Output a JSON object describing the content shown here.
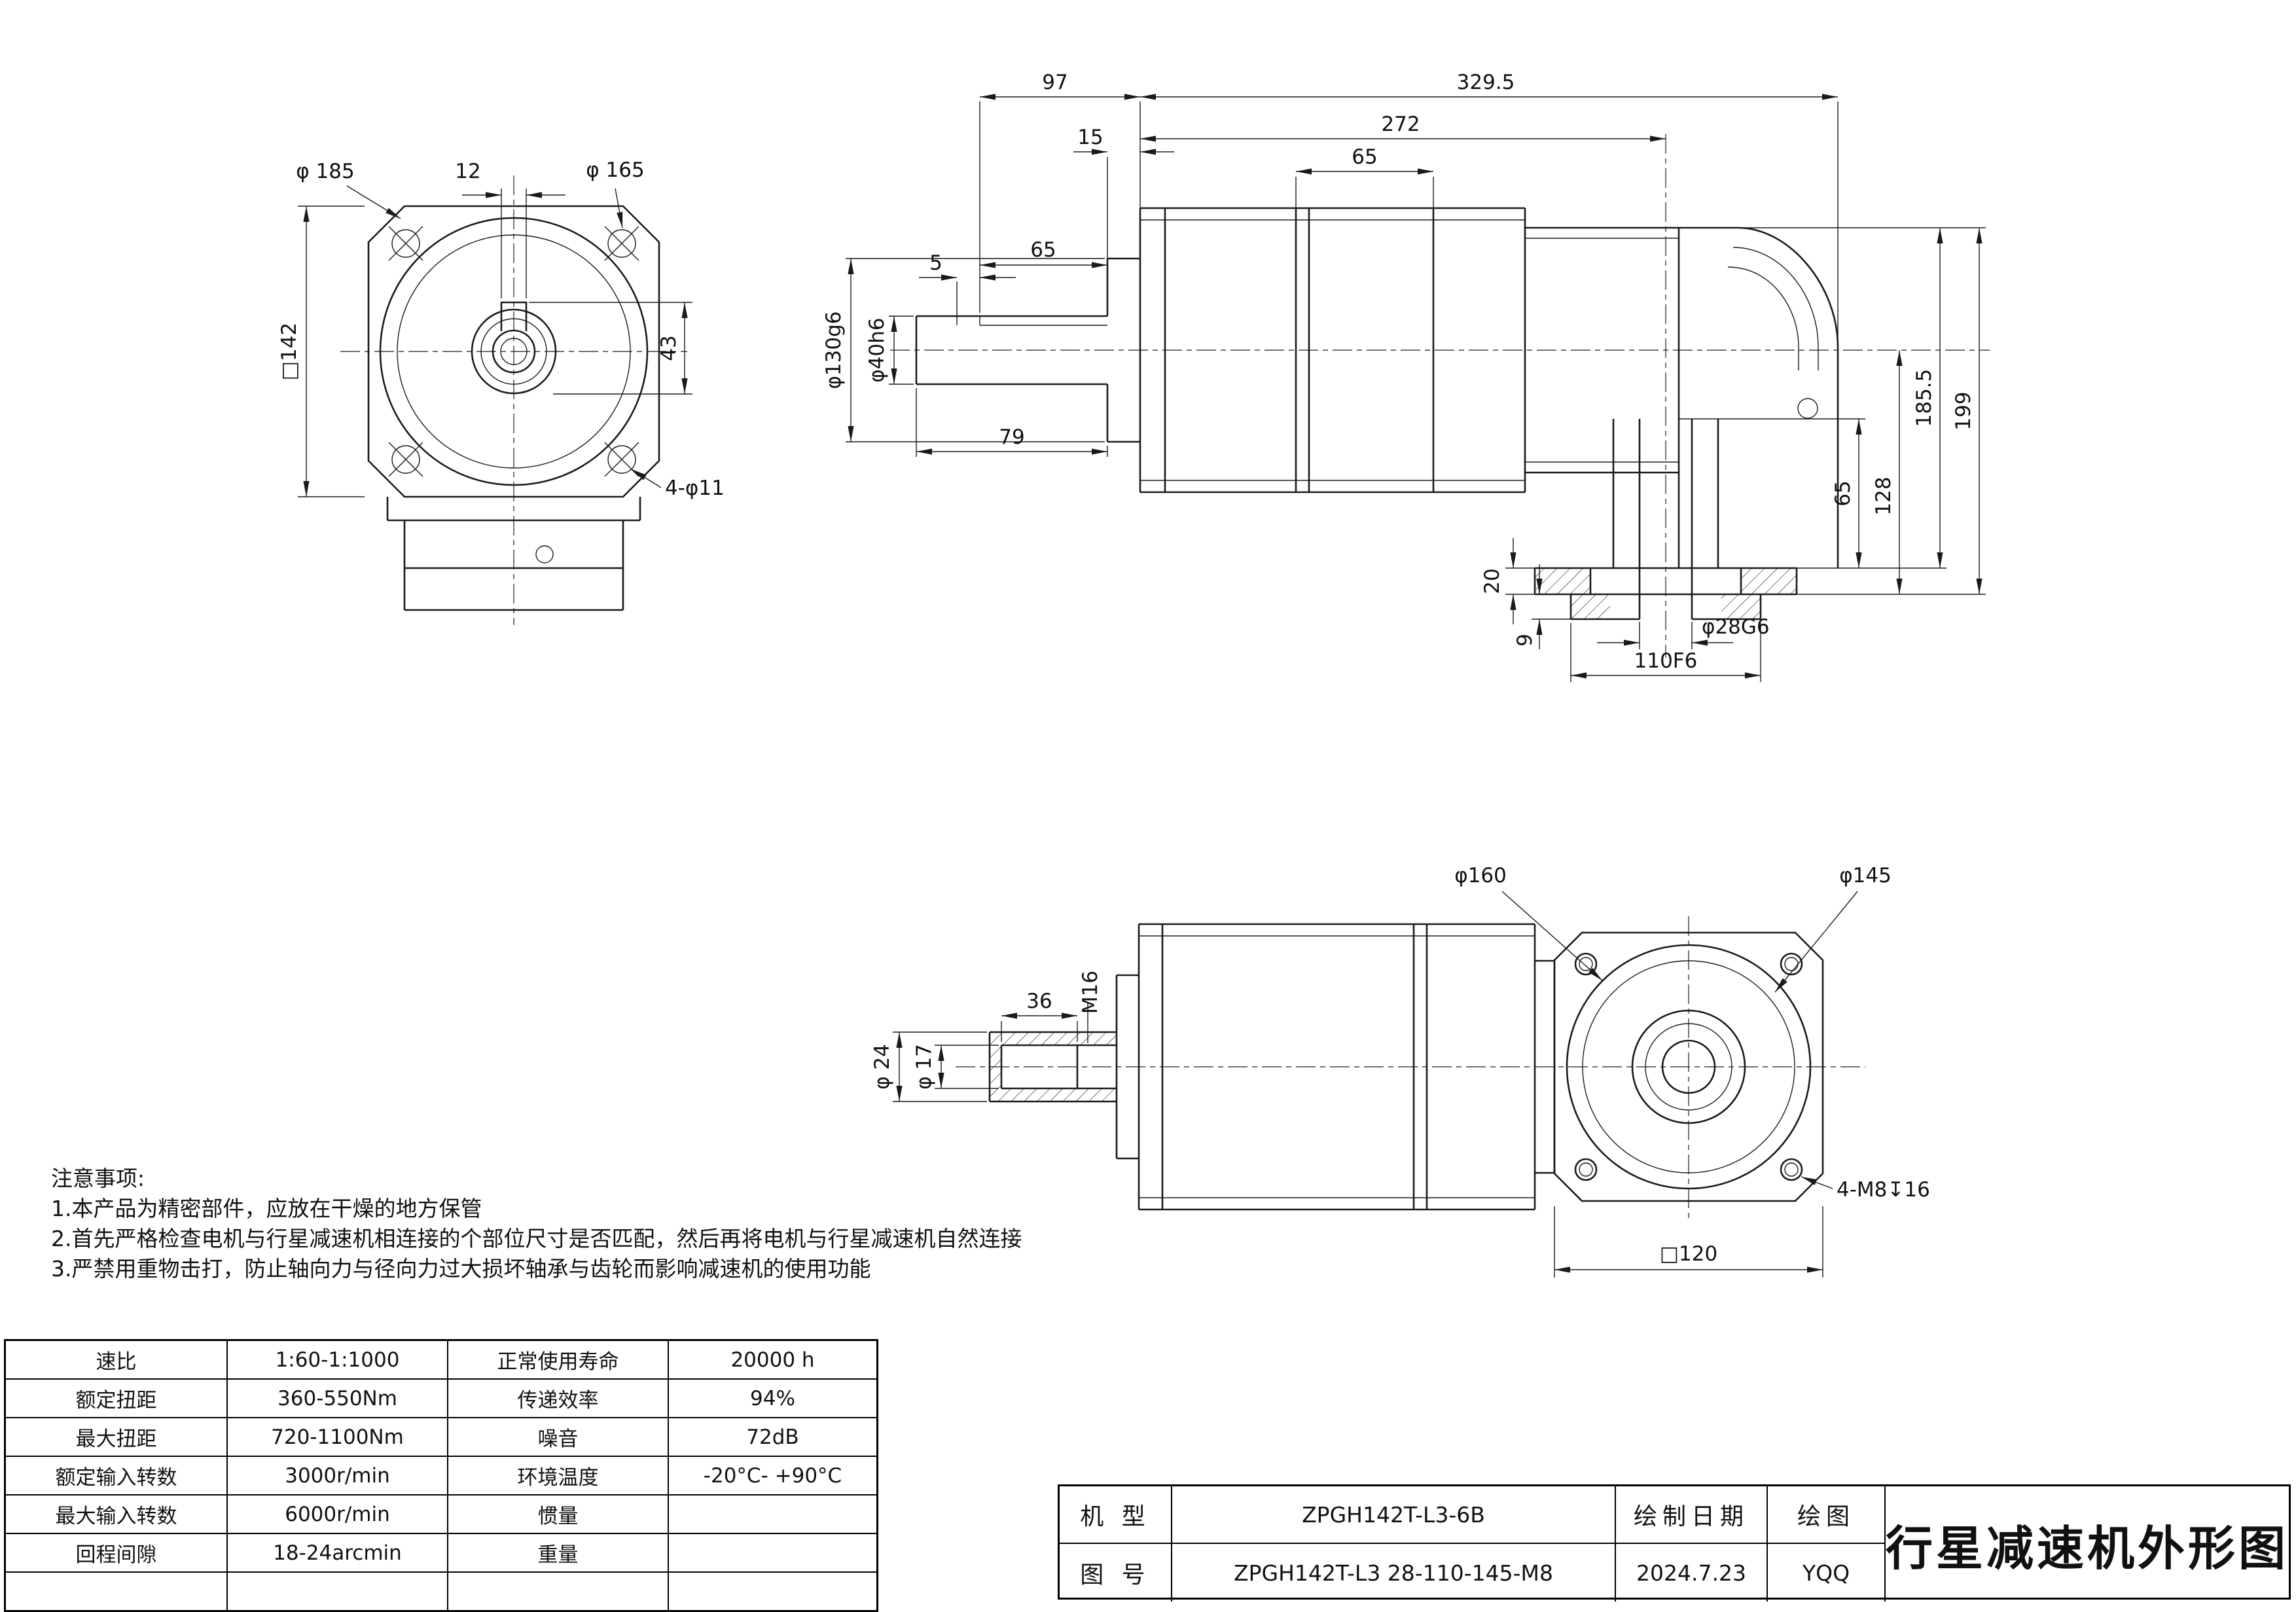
{
  "front_view": {
    "dia_flange": "φ 185",
    "key_width": "12",
    "dia_circle": "φ 165",
    "square_size": "□142",
    "key_offset": "43",
    "corner_holes": "4-φ11"
  },
  "side_view": {
    "adapter_len": "97",
    "total_len": "329.5",
    "body_len": "272",
    "flange_gap": "15",
    "mid_len": "65",
    "key_len": "65",
    "key_start": "5",
    "dia_pilot": "φ130g6",
    "dia_shaft": "φ40h6",
    "shaft_len": "79",
    "h_flange_face": "185.5",
    "h_total": "199",
    "h_axis": "128",
    "h_side": "65",
    "flange_thk": "20",
    "boss_h": "9",
    "dia_out_bore": "φ28G6",
    "spigot": "110F6"
  },
  "bottom_view": {
    "dia_outer": "φ160",
    "dia_bolt": "φ145",
    "bore_depth": "36",
    "thread": "M16",
    "dia_shaft": "φ 24",
    "dia_bore": "φ 17",
    "tapped_holes": "4-M8↧16",
    "square_size": "□120"
  },
  "notes": {
    "heading": "注意事项:",
    "line1": "1.本产品为精密部件，应放在干燥的地方保管",
    "line2": "2.首先严格检查电机与行星减速机相连接的个部位尺寸是否匹配，然后再将电机与行星减速机自然连接",
    "line3": "3.严禁用重物击打，防止轴向力与径向力过大损坏轴承与齿轮而影响减速机的使用功能"
  },
  "spec_table": {
    "rows": [
      {
        "p1": "速比",
        "v1": "1:60-1:1000",
        "p2": "正常使用寿命",
        "v2": "20000 h"
      },
      {
        "p1": "额定扭距",
        "v1": "360-550Nm",
        "p2": "传递效率",
        "v2": "94%"
      },
      {
        "p1": "最大扭距",
        "v1": "720-1100Nm",
        "p2": "噪音",
        "v2": "72dB"
      },
      {
        "p1": "额定输入转数",
        "v1": "3000r/min",
        "p2": "环境温度",
        "v2": "-20°C- +90°C"
      },
      {
        "p1": "最大输入转数",
        "v1": "6000r/min",
        "p2": "惯量",
        "v2": ""
      },
      {
        "p1": "回程间隙",
        "v1": "18-24arcmin",
        "p2": "重量",
        "v2": ""
      }
    ]
  },
  "title_block": {
    "model_label": "机 型",
    "model": "ZPGH142T-L3-6B",
    "date_label": "绘制日期",
    "drawn_label": "绘图",
    "drawing_no_label": "图 号",
    "drawing_no": "ZPGH142T-L3 28-110-145-M8",
    "date": "2024.7.23",
    "drawn_by": "YQQ",
    "sheet_title": "行星减速机外形图"
  }
}
